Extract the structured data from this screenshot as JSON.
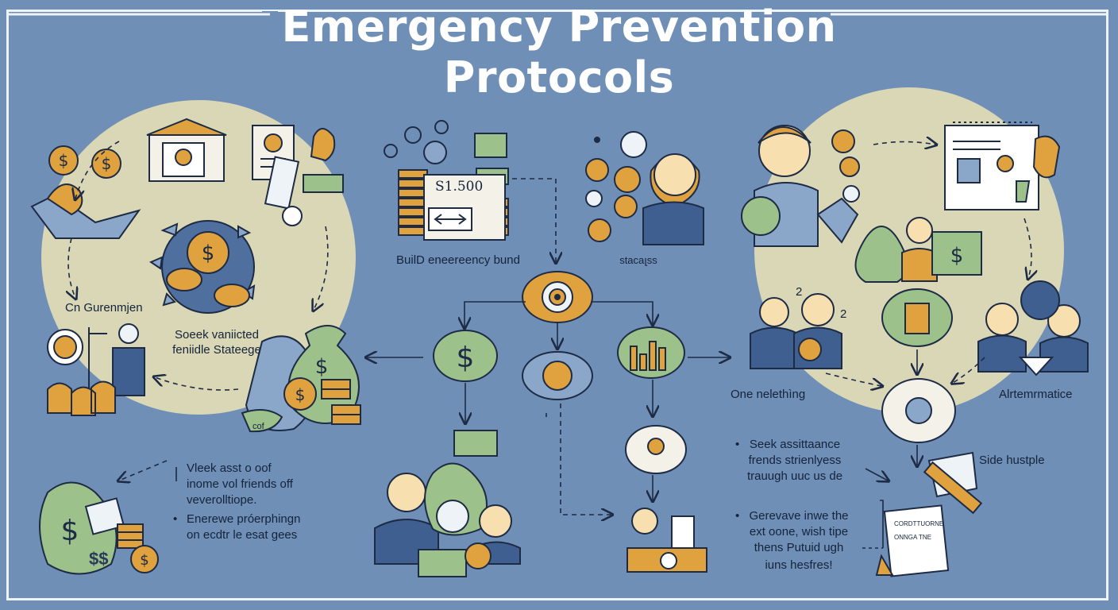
{
  "title": {
    "line1": "Emergency Prevention",
    "line2": "Protocols"
  },
  "left_panel": {
    "label_top": "Cn Gurenmjen",
    "label_mid_1": "Soeek vaniicted",
    "label_mid_2": "feniidle Stateege",
    "bag_tag": "cof",
    "bottom_text_1": "Vleek asst o oof",
    "bottom_text_2": "inome vol friends off",
    "bottom_text_3": "veverolltiope.",
    "bullet_1": "Enerewe próerphingn",
    "bullet_2": "on ecdtr le esat gees",
    "coin_text": "$$"
  },
  "center_panel": {
    "sign_amount": "S1.500",
    "build_label": "BuilD eneereency bund",
    "people_label": "stacaլss"
  },
  "right_panel": {
    "marker_1": "2",
    "marker_2": "2",
    "label_left": "One nelethìng",
    "label_right": "Alrtemrmatice",
    "bullet_a_1": "Seek assittaance",
    "bullet_a_2": "frends strienlyess",
    "bullet_a_3": "trauugh uuc us de",
    "side_label": "Side hustple",
    "bullet_b_1": "Gerevave inwe the",
    "bullet_b_2": "ext oone, wish tipe",
    "bullet_b_3": "thens Putuid ugh",
    "bullet_b_4": "iuns hesfres!",
    "doc_title": "CORDTTUORNE",
    "doc_line": "ONNGA TNE"
  },
  "colors": {
    "background": "#6f8fb7",
    "circle": "#d9d7b6",
    "gold": "#e0a23f",
    "green": "#9cc18a",
    "outline": "#1d2b45",
    "text": "#15233a"
  },
  "icons": [
    "dollar-icon",
    "target-icon",
    "handshake-icon",
    "growth-chart-icon",
    "lightbulb-icon",
    "money-bag-icon",
    "coin-stack-icon",
    "cycle-arrows-icon",
    "calendar-icon"
  ]
}
